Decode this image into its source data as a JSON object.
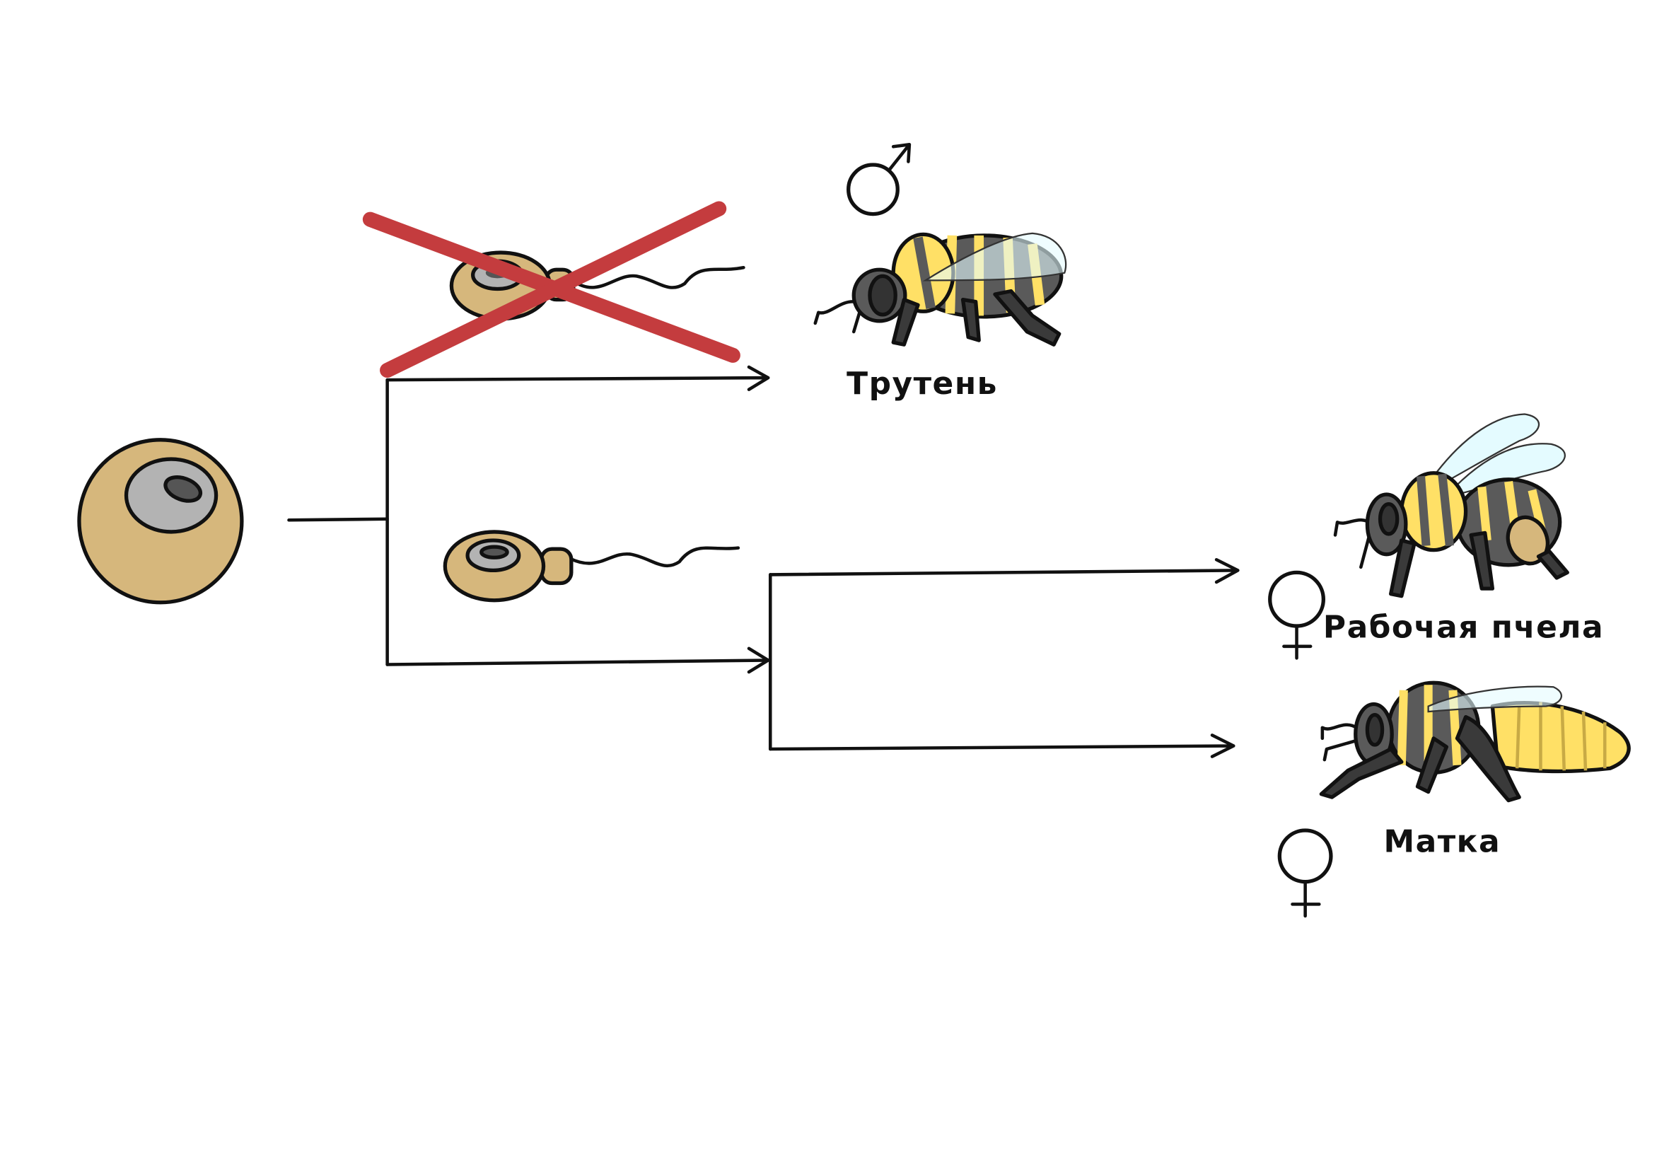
{
  "title": "Bee caste determination",
  "labels": {
    "drone": "Трутень",
    "worker": "Рабочая пчела",
    "queen": "Матка"
  },
  "symbols": {
    "male": "♂",
    "female": "♀"
  },
  "icons": [
    "egg-cell",
    "sperm-cell",
    "cross-mark",
    "drone-bee",
    "worker-bee",
    "queen-bee",
    "male-symbol",
    "female-symbol"
  ],
  "colors": {
    "cell": "#d6b77c",
    "nucleus": "#b3b3b3",
    "cross": "#c43c3e",
    "bee_yellow": "#ffe066",
    "bee_dark": "#5a5a5a",
    "wing": "#e4fbff"
  }
}
